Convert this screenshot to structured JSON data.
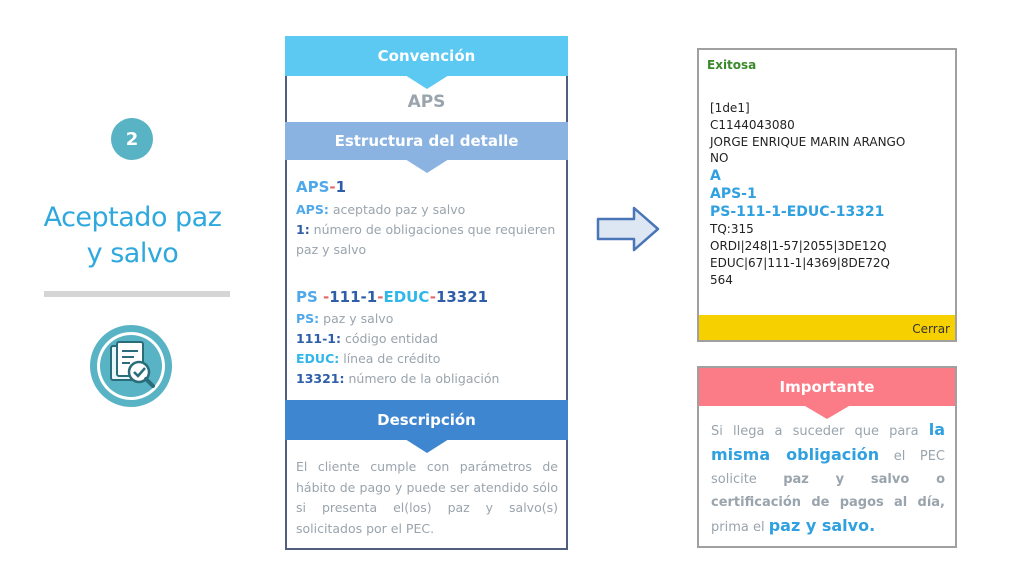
{
  "left": {
    "step_number": "2",
    "title_line1": "Aceptado paz",
    "title_line2": "y salvo",
    "icon": "document-check-search-icon"
  },
  "middle": {
    "header_convention": "Convención",
    "convention_value": "APS",
    "header_structure": "Estructura del detalle",
    "code1": {
      "part1": "APS",
      "sep": "-",
      "part2": "1"
    },
    "code1_defs": [
      {
        "key": "APS:",
        "text": " aceptado paz y salvo"
      },
      {
        "key": "1:",
        "text": " número de obligaciones que requieren paz y salvo"
      }
    ],
    "code2": {
      "p1": "PS",
      "s1": " -",
      "p2": "111-1",
      "s2": "-",
      "p3": "EDUC",
      "s3": "-",
      "p4": "13321"
    },
    "code2_defs": [
      {
        "key": "PS:",
        "text": " paz y salvo"
      },
      {
        "key": "111-1:",
        "text": " código entidad"
      },
      {
        "key": "EDUC:",
        "text": " línea de crédito"
      },
      {
        "key": "13321:",
        "text": " número de la obligación"
      }
    ],
    "header_description": "Descripción",
    "description": "El cliente cumple con parámetros de hábito de pago y puede ser atendido sólo si presenta el(los) paz y salvo(s) solicitados por el PEC."
  },
  "screen": {
    "status": "Exitosa",
    "lines": [
      "[1de1]",
      "C1144043080",
      "JORGE ENRIQUE MARIN ARANGO",
      "NO"
    ],
    "highlight_lines": [
      "A",
      "APS-1",
      "PS-111-1-EDUC-13321"
    ],
    "lines_after": [
      "TQ:315",
      "ORDI|248|1-57|2055|3DE12Q",
      "EDUC|67|111-1|4369|8DE72Q",
      "564"
    ],
    "close_button": "Cerrar"
  },
  "important": {
    "header": "Importante",
    "t1": "Si llega a suceder que para ",
    "h1": "la misma obligación",
    "t2": " el PEC solicite ",
    "b1": "paz y salvo o certificación de pagos al día,",
    "t3": " prima el ",
    "h2": "paz y salvo."
  },
  "colors": {
    "accent_cyan": "#5cc9f2",
    "accent_blue": "#3f86d0",
    "accent_pink": "#fb7b86",
    "accent_yellow": "#f7d000",
    "title_blue": "#2ea8dd"
  }
}
